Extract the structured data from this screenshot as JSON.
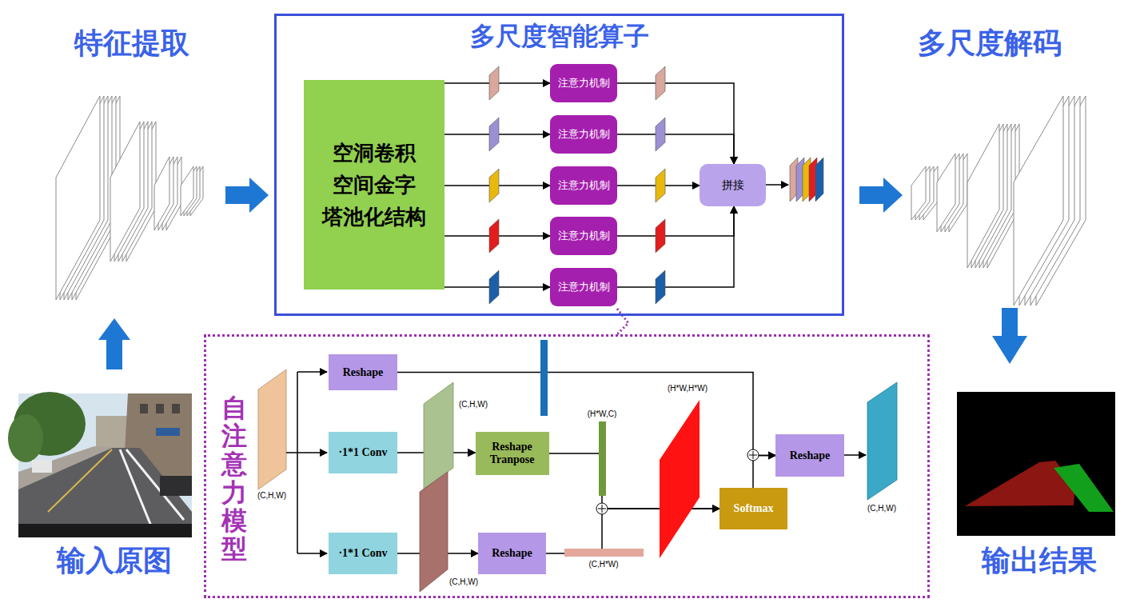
{
  "diagram": {
    "nodes": [
      {
        "text": [
          "多尺度智能算子"
        ]
      },
      {
        "text": [
          "空洞卷积 空间金字 塔池化结构"
        ],
        "in": 0
      },
      {
        "text": [
          "注意力机制"
        ],
        "in": 0
      },
      {
        "text": [
          "注意力机制"
        ],
        "in": 0
      },
      {
        "text": [
          "注意力机制"
        ],
        "in": 0
      },
      {
        "text": [
          "注意力机制"
        ],
        "in": 0
      },
      {
        "text": [
          "注意力机制"
        ],
        "in": 0
      },
      {
        "text": [
          "拼接"
        ],
        "in": 0
      },
      {
        "text": [
          "自注意力模型"
        ]
      },
      {
        "text": [
          "Reshape"
        ],
        "in": 8
      },
      {
        "text": [
          "·1*1 Conv"
        ],
        "in": 8
      },
      {
        "text": [
          "Reshape Tranpose"
        ],
        "in": 8
      },
      {
        "text": [
          "·1*1 Conv"
        ],
        "in": 8
      },
      {
        "text": [
          "Reshape"
        ],
        "in": 8
      },
      {
        "text": [
          "Softmax"
        ],
        "in": 8
      },
      {
        "text": [
          "Reshape"
        ],
        "in": 8
      }
    ],
    "edges": [
      {
        "from": 1,
        "to": 2,
        "arrow": "to"
      },
      {
        "from": 1,
        "to": 3,
        "arrow": "to"
      },
      {
        "from": 1,
        "to": 4,
        "arrow": "to"
      },
      {
        "from": 1,
        "to": 5,
        "arrow": "to"
      },
      {
        "from": 1,
        "to": 6,
        "arrow": "to"
      },
      {
        "from": 2,
        "to": 7,
        "arrow": "to"
      },
      {
        "from": 3,
        "to": 7,
        "arrow": "to"
      },
      {
        "from": 4,
        "to": 7,
        "arrow": "to"
      },
      {
        "from": 5,
        "to": 7,
        "arrow": "to"
      },
      {
        "from": 6,
        "to": 7,
        "arrow": "to"
      },
      {
        "from": 10,
        "to": 11,
        "arrow": "to"
      },
      {
        "from": 12,
        "to": 13,
        "arrow": "to"
      },
      {
        "from": 11,
        "to": 14,
        "arrow": "to"
      },
      {
        "from": 13,
        "to": 14,
        "arrow": "to"
      },
      {
        "from": 9,
        "to": 15,
        "arrow": "to"
      },
      {
        "from": 14,
        "to": 15,
        "arrow": "to"
      }
    ],
    "labels": [
      "特征提取",
      "多尺度解码",
      "输入原图",
      "输出结果",
      "(C,H,W)",
      "(C,H,W)",
      "(H*W,C)",
      "(H*W,H*W)",
      "(C,H,W)",
      "(C,H*W)",
      "(C,H,W)"
    ]
  }
}
